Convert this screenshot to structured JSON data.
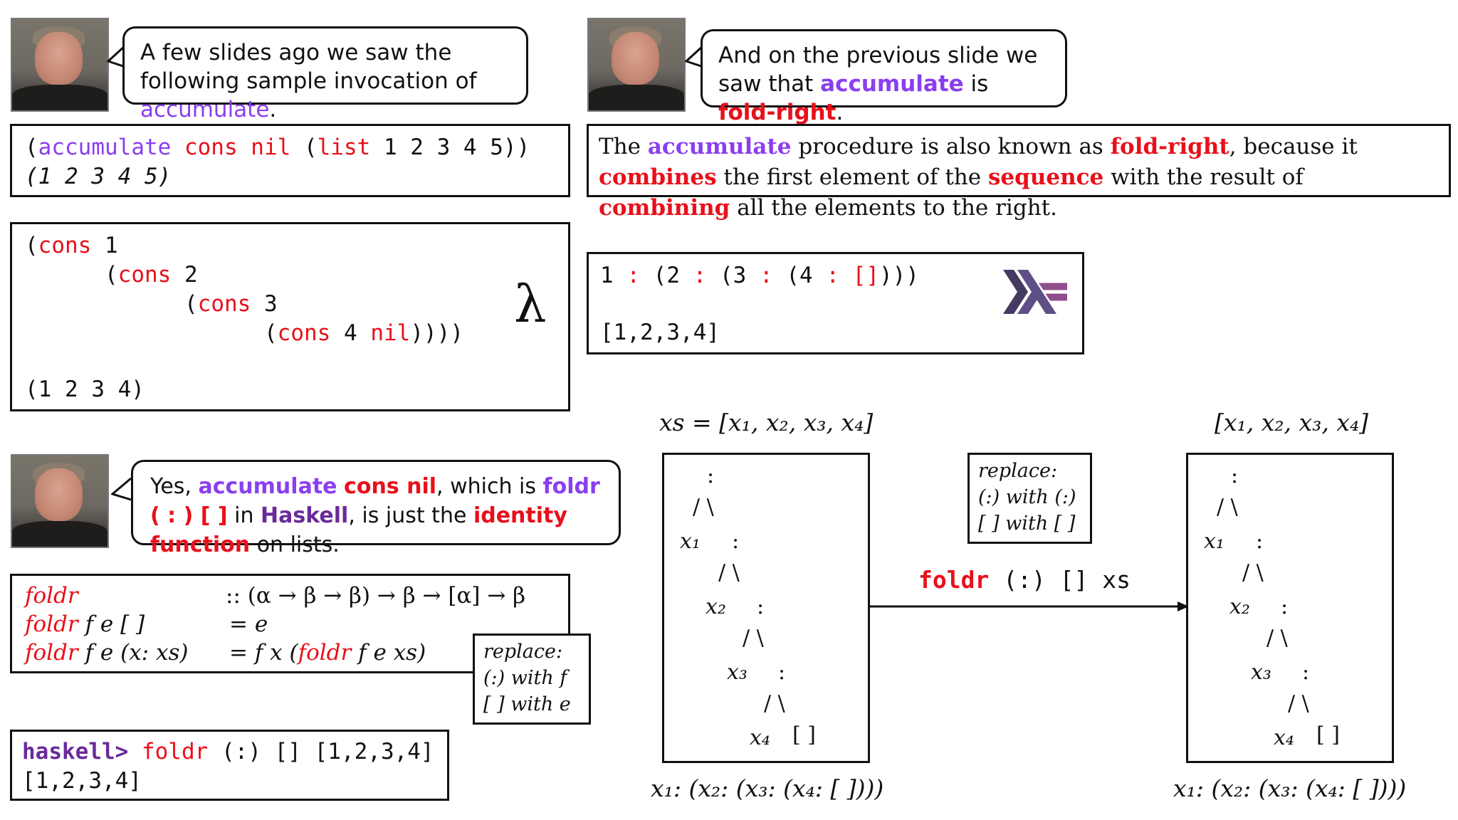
{
  "bubble1": {
    "pre": "A few slides ago we saw the following sample invocation of ",
    "kw": "accumulate",
    "post": "."
  },
  "bubble2": {
    "pre": "And on the previous slide we saw that ",
    "kw1": "accumulate",
    "mid": " is ",
    "kw2": "fold-right",
    "post": "."
  },
  "bubble3": {
    "p1": "Yes, ",
    "k1": "accumulate",
    "sp": " ",
    "k2": "cons nil",
    "p2": ", which is ",
    "k3": "foldr",
    "k4": " ( : ) [ ]",
    "p3": " in ",
    "k5": "Haskell",
    "p4": ", is just the ",
    "k6": "identity function",
    "p5": " on lists."
  },
  "scheme_call": {
    "open": "(",
    "fn": "accumulate",
    "args": " cons nil ",
    "open2": "(",
    "list_kw": "list",
    "nums": " 1 2 3 4 5))",
    "result": "(1 2 3 4 5)"
  },
  "scheme_cons": {
    "l1_open": "(",
    "l1_kw": "cons",
    "l1_rest": " 1",
    "l2_open": "(",
    "l2_kw": "cons",
    "l2_rest": " 2",
    "l3_open": "(",
    "l3_kw": "cons",
    "l3_rest": " 3",
    "l4_open": "(",
    "l4_kw": "cons",
    "l4_mid": " 4 ",
    "l4_nil": "nil",
    "l4_close": "))))",
    "result": "(1 2 3 4)",
    "lambda": "λ"
  },
  "explanation": {
    "t1": "The ",
    "k1": "accumulate",
    "t2": " procedure is also known as ",
    "k2": "fold-right",
    "t3": ", because it ",
    "k3": "combines",
    "t4": " the first element of the ",
    "k4": "sequence",
    "t5": " with the result of ",
    "k5": "combining",
    "t6": " all the elements to the right."
  },
  "haskell_list": {
    "n1": "1 ",
    "c1": ":",
    "n2": " (2 ",
    "c2": ":",
    "n3": " (3 ",
    "c3": ":",
    "n4": " (4 ",
    "c4": ":",
    "sp": " ",
    "nil": "[]",
    "close": ")))",
    "result": "[1,2,3,4]"
  },
  "foldr_def": {
    "l1_name": "foldr",
    "l1_sig": ":: (α → β → β) → β → [α] → β",
    "l2_name": "foldr",
    "l2_args": " f e [ ]",
    "l2_rhs": "= e",
    "l3_name": "foldr",
    "l3_args": " f e (x: xs)",
    "l3_rhs_a": "= f x (",
    "l3_rhs_b": "foldr",
    "l3_rhs_c": " f e xs)"
  },
  "replace_small": {
    "title": "replace:",
    "l1": "(:) with f",
    "l2": "[ ] with e"
  },
  "replace_mid": {
    "title": "replace:",
    "l1": "(:) with (:)",
    "l2": "[ ] with [ ]"
  },
  "repl": {
    "prompt": "haskell>",
    "sp": " ",
    "kw": "foldr",
    "args": " (:) [] [1,2,3,4]",
    "result": "[1,2,3,4]"
  },
  "diagram": {
    "left_title": "xs = [x₁, x₂, x₃, x₄]",
    "right_title": "[x₁, x₂, x₃, x₄]",
    "arrow_kw": "foldr",
    "arrow_rest": " (:) [] xs",
    "left_caption": "x₁: (x₂: (x₃: (x₄: [ ])))",
    "right_caption": "x₁: (x₂: (x₃: (x₄: [ ])))",
    "tree": {
      "colon": ":",
      "branch": "/ \\",
      "x1": "x₁",
      "x2": "x₂",
      "x3": "x₃",
      "x4": "x₄",
      "nil": "[ ]"
    }
  },
  "colors": {
    "red": "#e8101a",
    "purple": "#8a3ef0",
    "dark_purple": "#6a2a9a"
  }
}
